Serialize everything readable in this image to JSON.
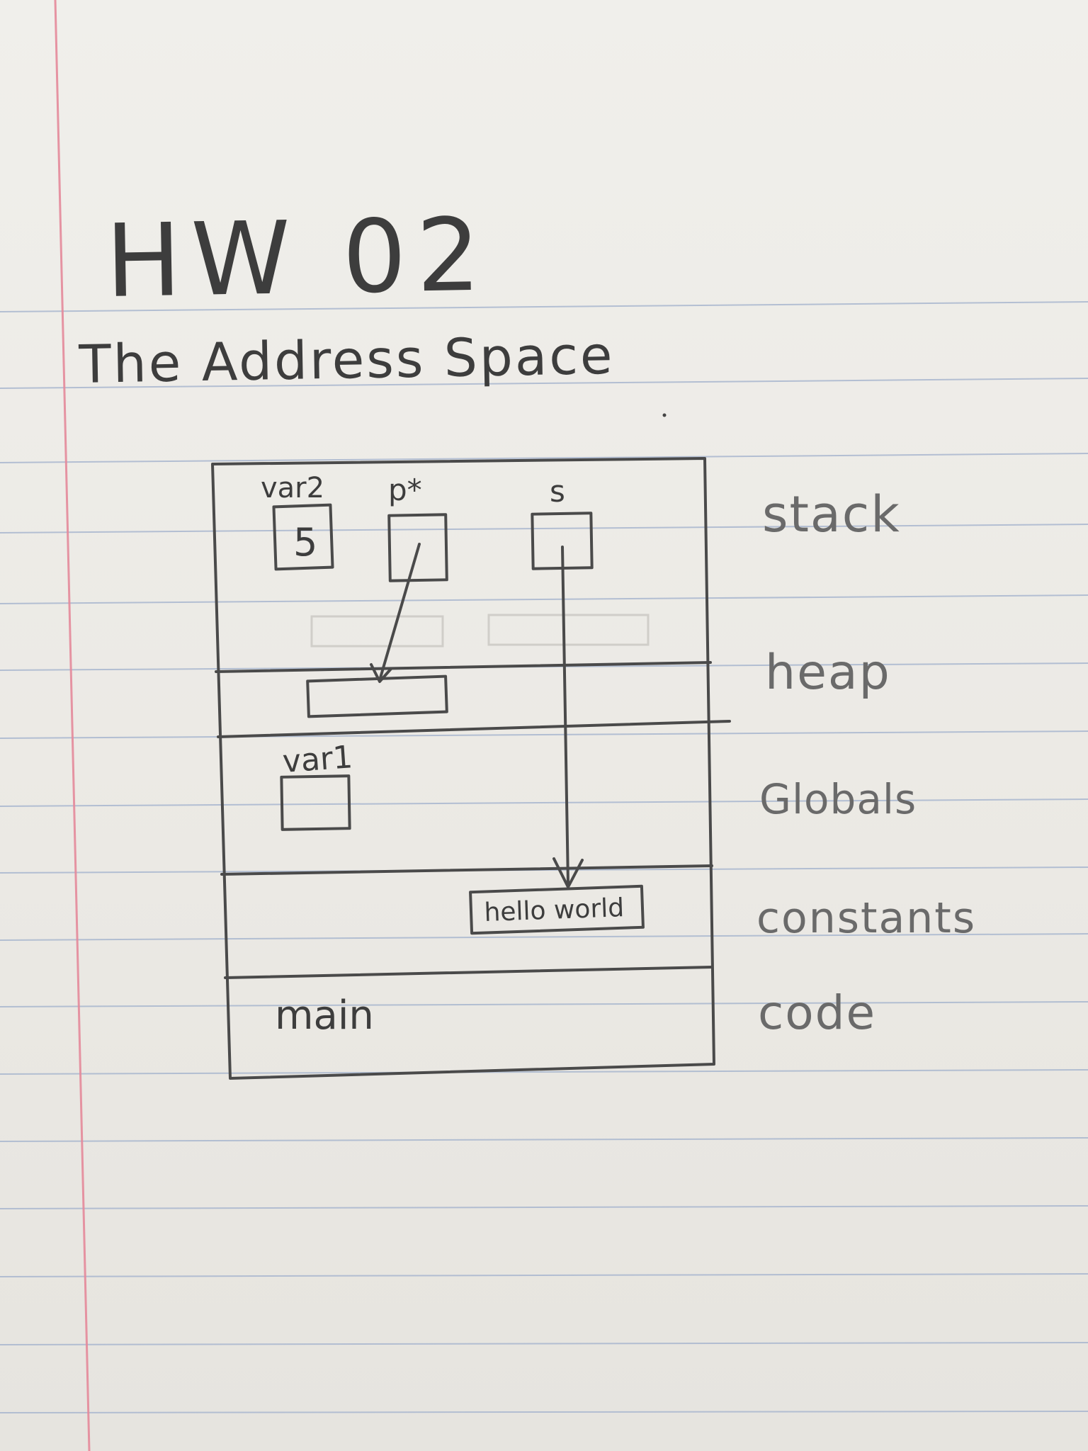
{
  "title": "HW 02",
  "subtitle": "The Address Space",
  "segments": [
    {
      "id": "stack",
      "label": "stack"
    },
    {
      "id": "heap",
      "label": "heap"
    },
    {
      "id": "globals",
      "label": "Globals"
    },
    {
      "id": "constants",
      "label": "constants"
    },
    {
      "id": "code",
      "label": "code"
    }
  ],
  "stack_vars": {
    "var2": {
      "name": "var2",
      "value": "5"
    },
    "p": {
      "name": "p*"
    },
    "s": {
      "name": "s"
    }
  },
  "globals_vars": {
    "var1": {
      "name": "var1"
    }
  },
  "constants_items": {
    "hello": {
      "value": "hello world"
    }
  },
  "code_items": {
    "main": {
      "name": "main"
    }
  },
  "colors": {
    "paper": "#efeeea",
    "rule_line": "#a9b7cf",
    "margin_line": "#e58a9b",
    "pencil": "#4a4a4a"
  }
}
